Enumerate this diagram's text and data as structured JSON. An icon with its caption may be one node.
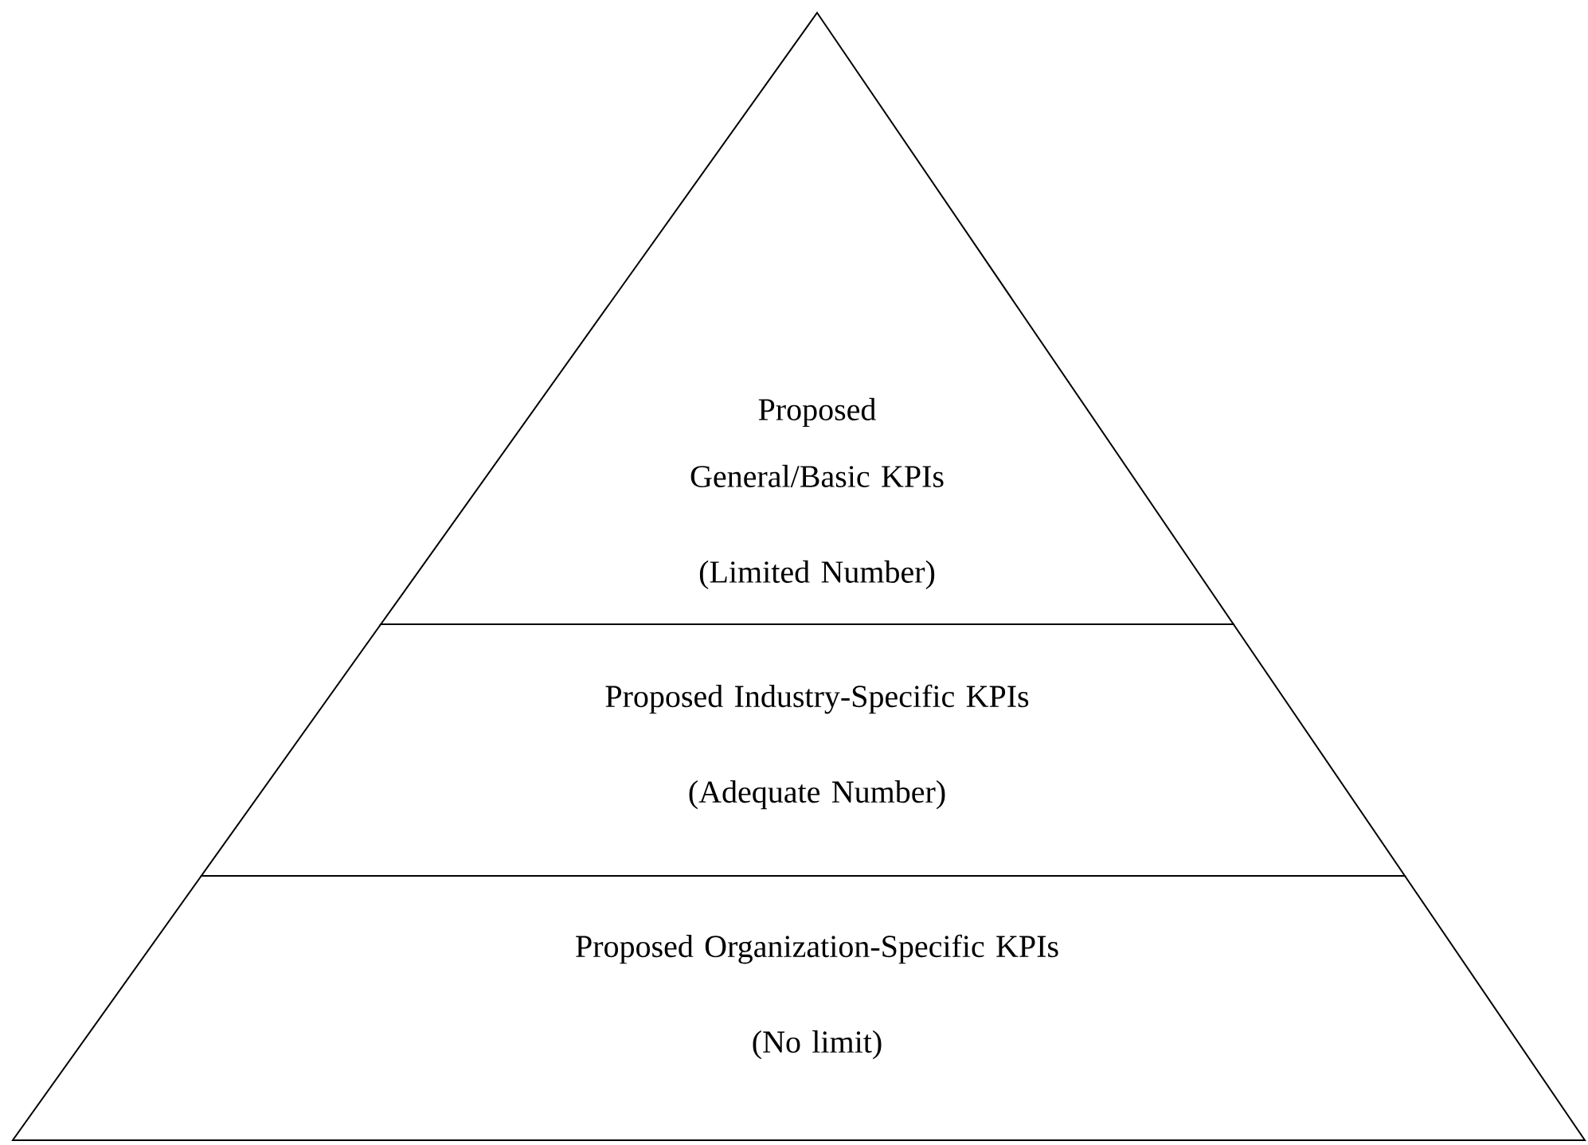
{
  "diagram": {
    "nodes": [
      {
        "text": [
          "Proposed General/Basic KPIs",
          "(Limited Number)"
        ]
      },
      {
        "text": [
          "Proposed Industry-Specific KPIs",
          "(Adequate Number)"
        ]
      },
      {
        "text": [
          "Proposed Organization-Specific KPIs",
          "(No limit)"
        ]
      }
    ]
  }
}
